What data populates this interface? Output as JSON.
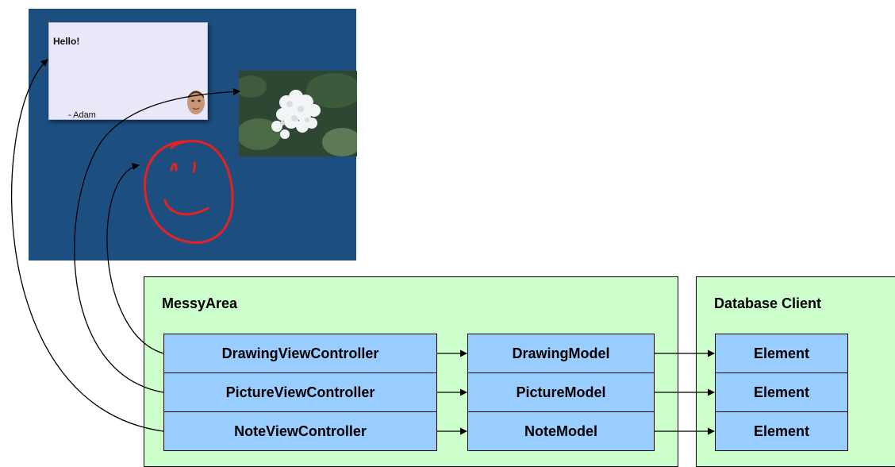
{
  "screenshot": {
    "note": {
      "title": "Hello!",
      "signature": "- Adam"
    },
    "drawing": {
      "stroke_color": "#e82020"
    },
    "background_color": "#1c4f80"
  },
  "messy_area": {
    "title": "MessyArea",
    "controllers": [
      "DrawingViewController",
      "PictureViewController",
      "NoteViewController"
    ],
    "models": [
      "DrawingModel",
      "PictureModel",
      "NoteModel"
    ]
  },
  "database_client": {
    "title": "Database Client",
    "elements": [
      "Element",
      "Element",
      "Element"
    ]
  },
  "colors": {
    "panel": "#ccffcc",
    "cell": "#99ccff",
    "canvas": "#1c4f80"
  }
}
